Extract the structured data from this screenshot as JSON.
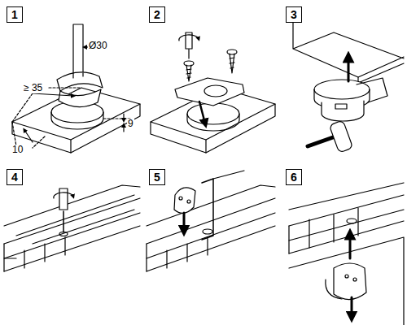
{
  "diagram": {
    "nodes": [
      {
        "text": [
          "1"
        ]
      },
      {
        "text": [
          "2"
        ]
      },
      {
        "text": [
          "3"
        ]
      },
      {
        "text": [
          "4"
        ]
      },
      {
        "text": [
          "5"
        ]
      },
      {
        "text": [
          "6"
        ]
      }
    ],
    "labels": [
      "Ø30",
      "≥ 35",
      "10",
      "9"
    ]
  }
}
